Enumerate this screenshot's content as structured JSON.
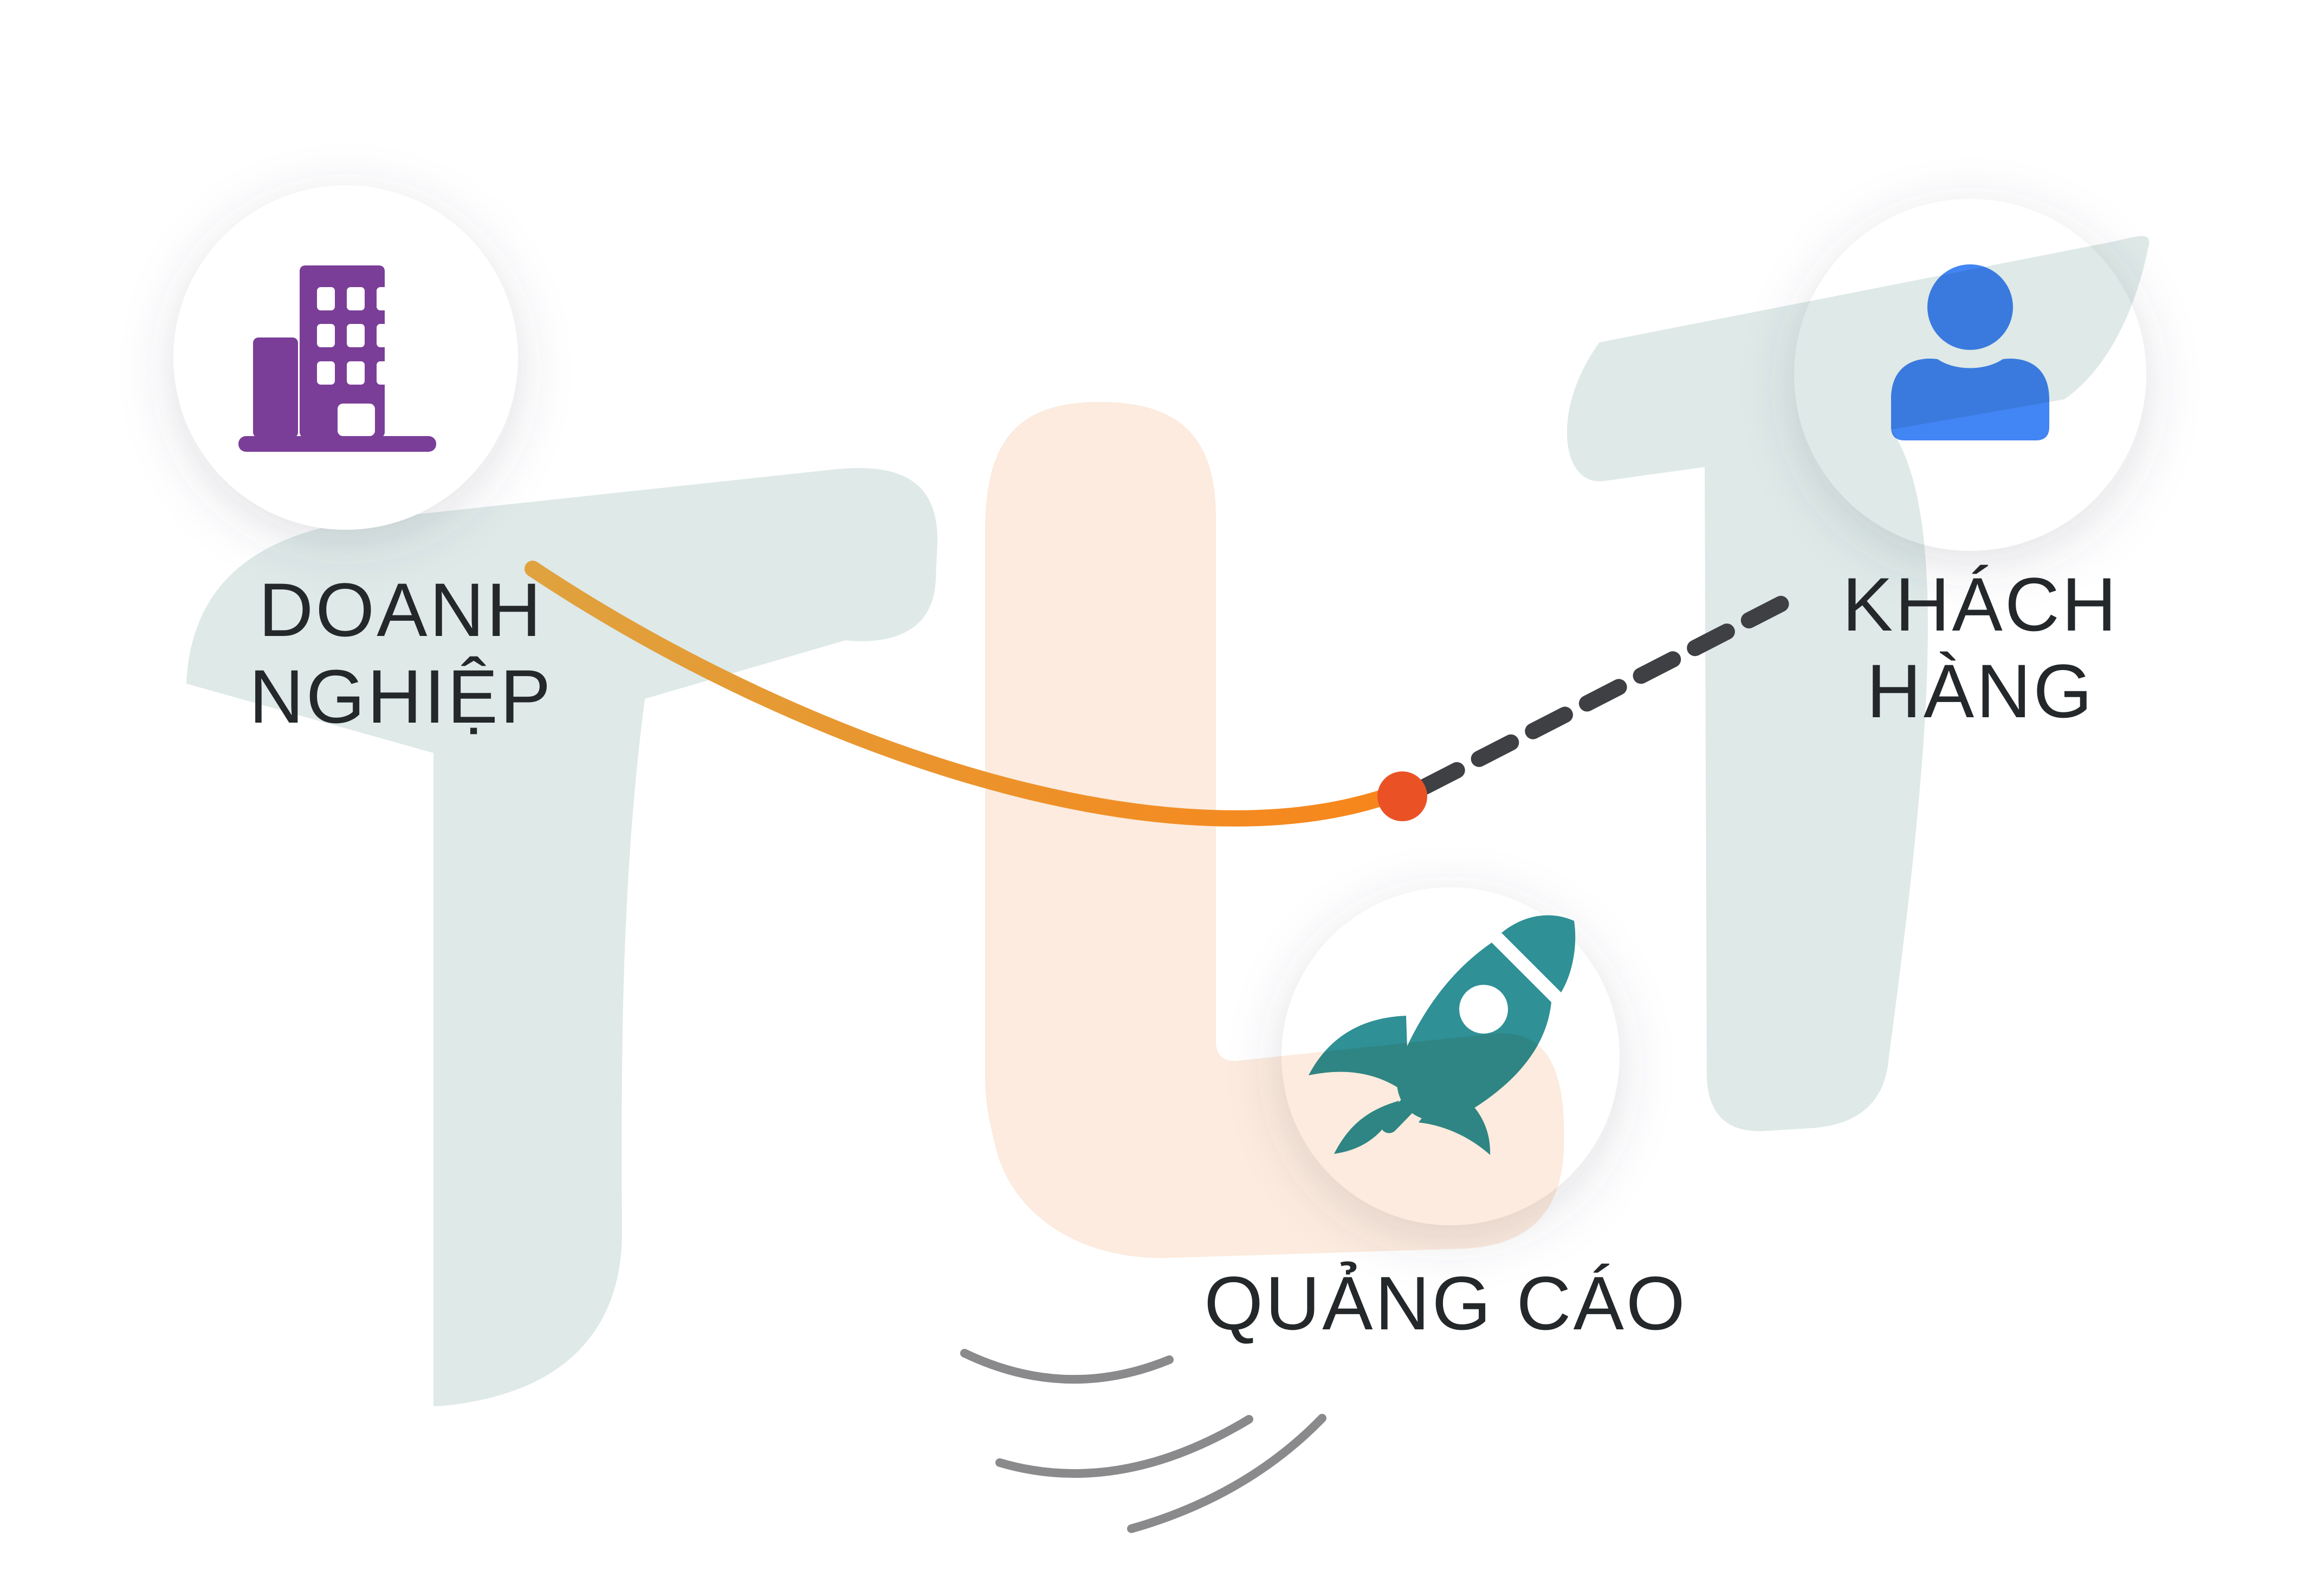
{
  "diagram": {
    "business": {
      "label": "DOANH\nNGHIỆP"
    },
    "advertising": {
      "label": "QUẢNG CÁO"
    },
    "customer": {
      "label": "KHÁCH\nHÀNG"
    }
  },
  "watermark": {
    "letters": "TLT"
  },
  "colors": {
    "background": "#FFFFFF",
    "watermark_teal": "#DEE9E8",
    "watermark_peach": "#FCEBDE",
    "building_purple": "#7B3E98",
    "person_blue": "#4285F4",
    "rocket_teal": "#2F9096",
    "node_circle": "#FFFFFF",
    "curve_start": "#DFA23E",
    "curve_end": "#F7861B",
    "dot_red": "#EA5226",
    "dash_dark": "#3E4044",
    "swoosh_gray": "#8A8A8D",
    "label_text": "#24282A"
  }
}
